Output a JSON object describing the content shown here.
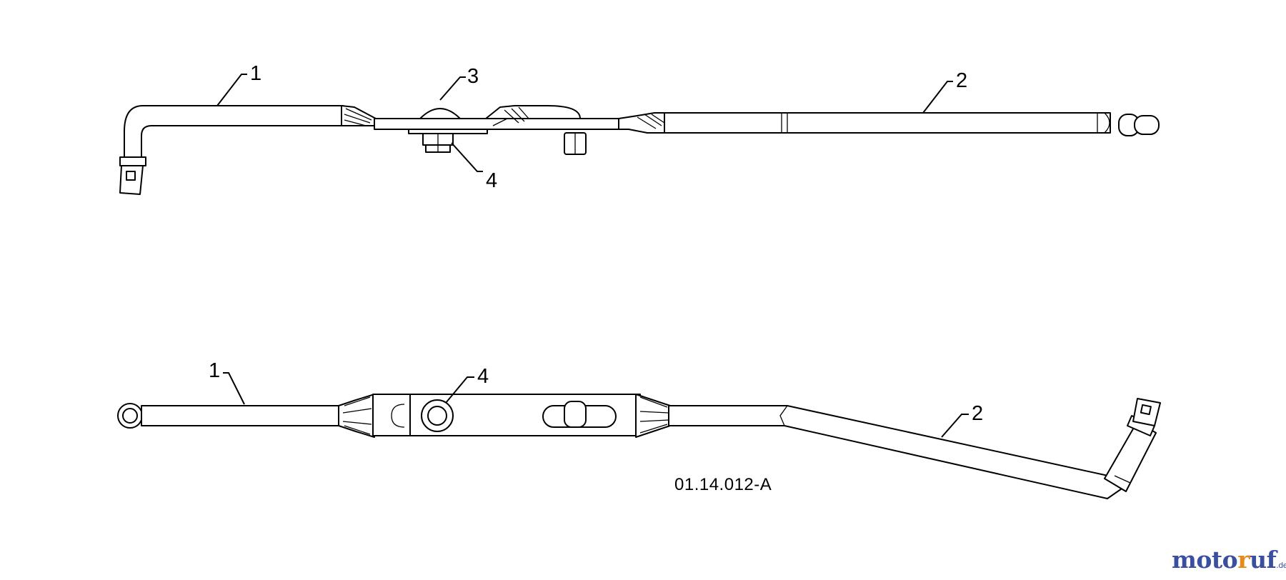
{
  "diagram": {
    "drawing_code": "01.14.012-A",
    "upper_view": {
      "callouts": [
        {
          "label": "1"
        },
        {
          "label": "3"
        },
        {
          "label": "2"
        },
        {
          "label": "4"
        }
      ]
    },
    "lower_view": {
      "callouts": [
        {
          "label": "1"
        },
        {
          "label": "4"
        },
        {
          "label": "2"
        }
      ]
    }
  },
  "watermark": {
    "part_1": "moto",
    "part_2": "r",
    "part_3": "uf",
    "tld": ".de",
    "colors": {
      "blue": "#3a4fa0",
      "orange": "#e8891c"
    }
  }
}
